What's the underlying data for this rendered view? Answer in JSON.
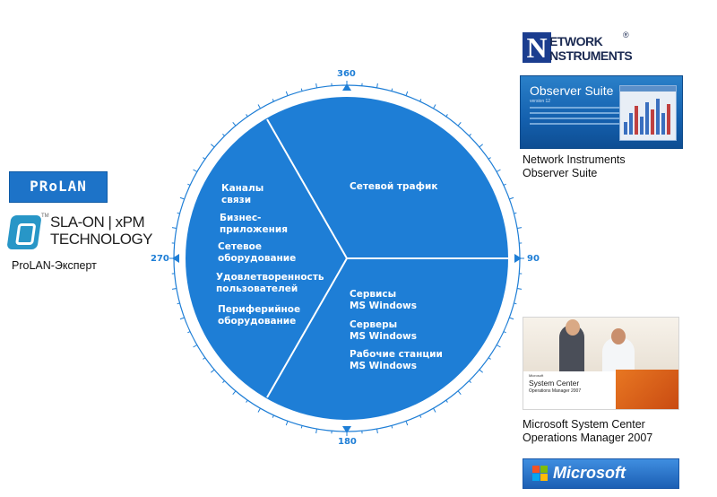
{
  "diagram": {
    "degrees": {
      "top": "360",
      "right": "90",
      "bottom": "180",
      "left": "270"
    },
    "left_segment": {
      "labels": [
        "Каналы\nсвязи",
        "Бизнес-\nприложения",
        "Сетевое\nоборудование",
        "Удовлетворенность\nпользователей",
        "Периферийное\nоборудование"
      ]
    },
    "top_right_segment": {
      "labels": [
        "Сетевой трафик"
      ]
    },
    "bottom_right_segment": {
      "labels": [
        "Сервисы\nMS Windows",
        "Серверы\nMS Windows",
        "Рабочие станции\nMS Windows"
      ]
    },
    "colors": {
      "fill": "#1e7ed6",
      "ring": "#1e7ed6",
      "divider": "#ffffff"
    }
  },
  "left_products": {
    "prolan_logo_text": "PRoLAN",
    "sla_logo": {
      "tm": "TM",
      "line1": "SLA-ON | xPM",
      "line2": "TECHNOLOGY"
    },
    "caption": "ProLAN-Эксперт"
  },
  "right_products": {
    "network_instruments": {
      "logo": {
        "letter": "N",
        "line1": "ETWORK",
        "line2": "NSTRUMENTS",
        "reg": "®"
      },
      "observer_banner": {
        "title": "Observer Suite",
        "version": "version 12"
      },
      "caption": "Network Instruments\nObserver Suite"
    },
    "system_center": {
      "banner": {
        "small": "Microsoft",
        "name": "System Center",
        "product": "Operations Manager 2007"
      },
      "caption": "Microsoft System Center\nOperations Manager 2007"
    },
    "microsoft_logo_text": "Microsoft"
  }
}
